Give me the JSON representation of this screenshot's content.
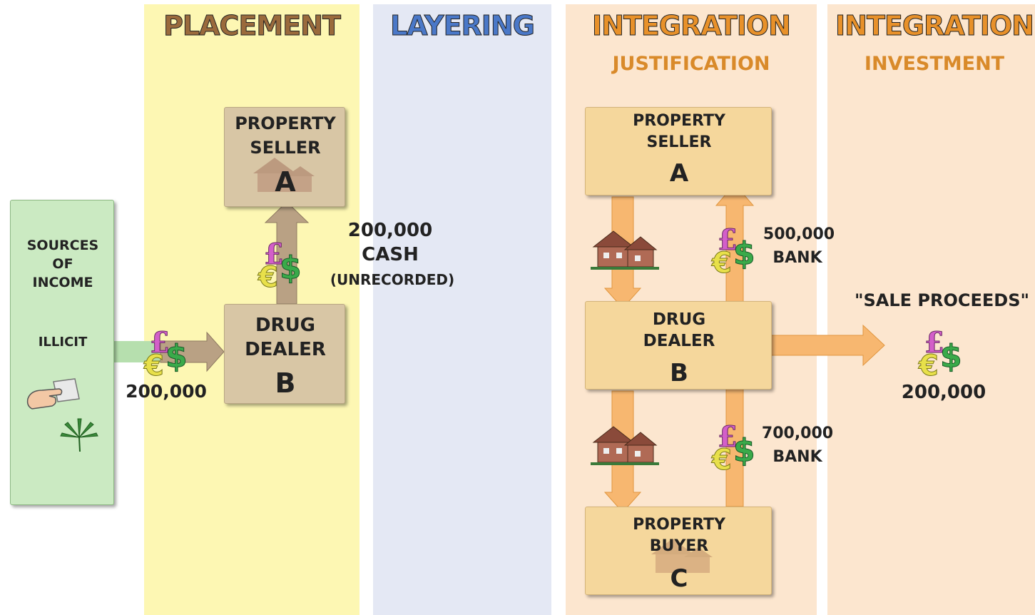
{
  "columns": {
    "placement": "PLACEMENT",
    "layering": "LAYERING",
    "integration_1": "INTEGRATION",
    "integration_1_sub": "JUSTIFICATION",
    "integration_2": "INTEGRATION",
    "integration_2_sub": "INVESTMENT"
  },
  "sources": {
    "title_1": "SOURCES",
    "title_2": "OF",
    "title_3": "INCOME",
    "illicit": "ILLICIT"
  },
  "placement": {
    "seller_1": "PROPERTY",
    "seller_2": "SELLER",
    "seller_letter": "A",
    "dealer_1": "DRUG",
    "dealer_2": "DEALER",
    "dealer_letter": "B",
    "flow_amount": "200,000",
    "cash_amount": "200,000",
    "cash_label": "CASH",
    "cash_note": "(UNRECORDED)"
  },
  "justification": {
    "seller_1": "PROPERTY",
    "seller_2": "SELLER",
    "seller_letter": "A",
    "dealer_1": "DRUG",
    "dealer_2": "DEALER",
    "dealer_letter": "B",
    "buyer_1": "PROPERTY",
    "buyer_2": "BUYER",
    "buyer_letter": "C",
    "bank1_amount": "500,000",
    "bank1_label": "BANK",
    "bank2_amount": "700,000",
    "bank2_label": "BANK"
  },
  "investment": {
    "label": "\"SALE PROCEEDS\"",
    "amount": "200,000"
  },
  "colors": {
    "placement_head": "#9a6a3c",
    "layering_head": "#4a78c8",
    "integration_head": "#e8912a",
    "arrow_tan": "#b9a184",
    "arrow_orange": "#f7b770",
    "arrow_green": "#b6dfae"
  },
  "icons": [
    "money-icon",
    "house-icon",
    "hand-card-icon",
    "leaf-icon"
  ]
}
